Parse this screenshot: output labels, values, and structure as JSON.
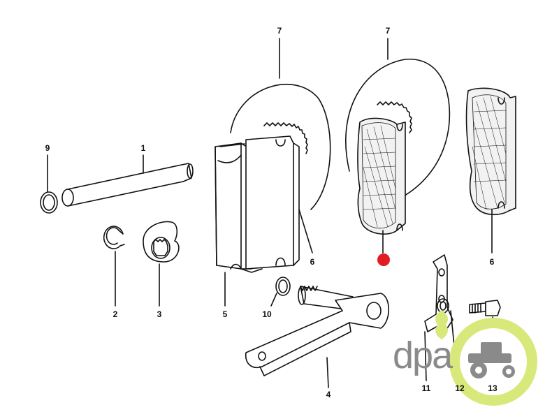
{
  "callouts": [
    {
      "id": "p1",
      "text": "1"
    },
    {
      "id": "p2",
      "text": "2"
    },
    {
      "id": "p3",
      "text": "3"
    },
    {
      "id": "p4",
      "text": "4"
    },
    {
      "id": "p5",
      "text": "5"
    },
    {
      "id": "p6a",
      "text": "6"
    },
    {
      "id": "p6b",
      "text": "6"
    },
    {
      "id": "p7a",
      "text": "7"
    },
    {
      "id": "p7b",
      "text": "7"
    },
    {
      "id": "p9",
      "text": "9"
    },
    {
      "id": "p10",
      "text": "10"
    },
    {
      "id": "p11",
      "text": "11"
    },
    {
      "id": "p12",
      "text": "12"
    },
    {
      "id": "p13",
      "text": "13"
    }
  ],
  "logo": {
    "text": "dpa",
    "wheel_color": "#d9e87a",
    "text_color": "#8a8a8a"
  },
  "marker": {
    "color": "#e31b23"
  }
}
